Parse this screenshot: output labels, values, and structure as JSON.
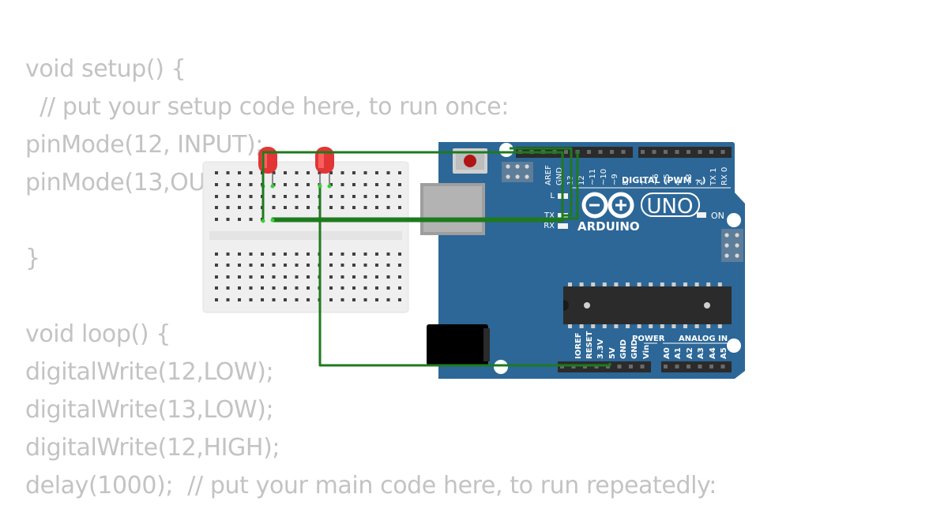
{
  "code_lines": [
    "void setup() {",
    "  // put your setup code here, to run once:",
    "pinMode(12, INPUT);",
    "pinMode(13,OUTPUT);",
    "",
    "}",
    "",
    "void loop() {",
    "digitalWrite(12,LOW);",
    "digitalWrite(13,LOW);",
    "digitalWrite(12,HIGH);",
    "delay(1000);  // put your main code here, to run repeatedly:"
  ],
  "board": {
    "brand": "ARDUINO",
    "model": "UNO",
    "digital_header": "DIGITAL (PWM ~)",
    "power_label": "POWER",
    "analog_label": "ANALOG IN",
    "on_label": "ON",
    "led_l": "L",
    "led_tx": "TX",
    "led_rx": "RX",
    "digital_pins": [
      "AREF",
      "GND",
      "13",
      "12",
      "~11",
      "~10",
      "~9",
      "8",
      "7",
      "~6",
      "~5",
      "4",
      "~3",
      "2",
      "TX 1",
      "RX 0"
    ],
    "power_pins": [
      "IOREF",
      "RESET",
      "3.3V",
      "5V",
      "GND",
      "GND",
      "Vin"
    ],
    "analog_pins": [
      "A0",
      "A1",
      "A2",
      "A3",
      "A4",
      "A5"
    ]
  },
  "colors": {
    "board": "#2c6797",
    "wire": "#1e7a1e",
    "led": "#e02020",
    "breadboard": "#efefef"
  }
}
